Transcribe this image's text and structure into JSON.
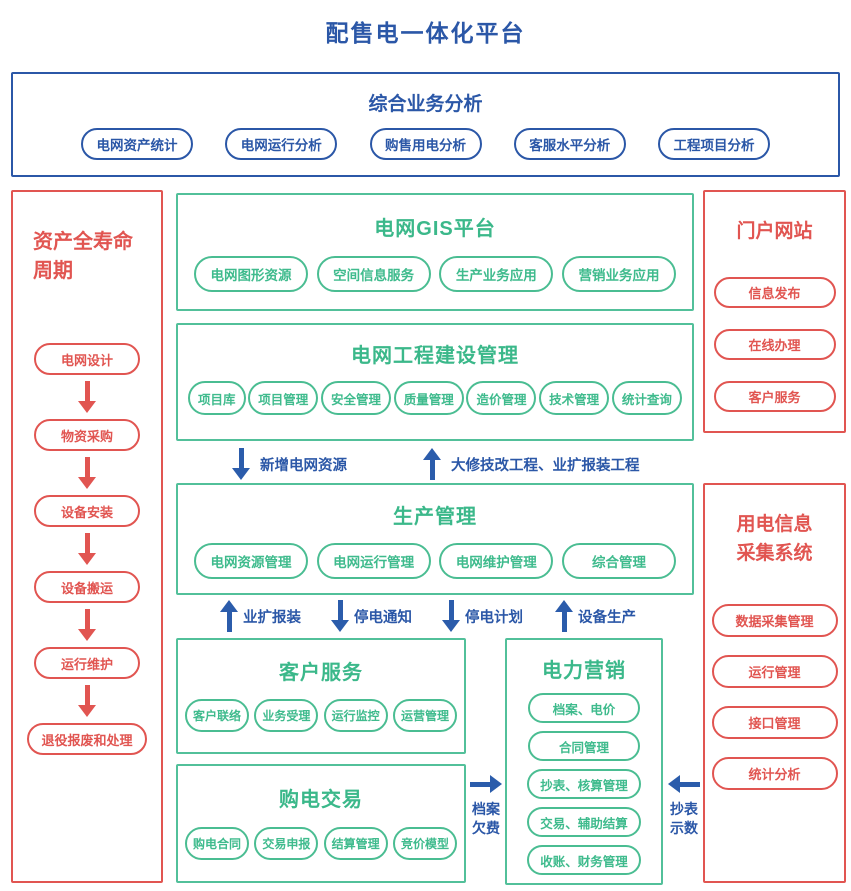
{
  "title": "配售电一体化平台",
  "colors": {
    "blue": "#2b57a7",
    "red": "#e15551",
    "green": "#4abd92",
    "green_text": "#3bb88a"
  },
  "analysis": {
    "title": "综合业务分析",
    "items": [
      "电网资产统计",
      "电网运行分析",
      "购售用电分析",
      "客服水平分析",
      "工程项目分析"
    ]
  },
  "lifecycle": {
    "title_lines": [
      "资产全寿命",
      "周期"
    ],
    "steps": [
      "电网设计",
      "物资采购",
      "设备安装",
      "设备搬运",
      "运行维护",
      "退役报废和处理"
    ]
  },
  "gis": {
    "title": "电网GIS平台",
    "items": [
      "电网图形资源",
      "空间信息服务",
      "生产业务应用",
      "营销业务应用"
    ]
  },
  "construction": {
    "title": "电网工程建设管理",
    "items": [
      "项目库",
      "项目管理",
      "安全管理",
      "质量管理",
      "造价管理",
      "技术管理",
      "统计查询"
    ]
  },
  "flows_top": [
    {
      "dir": "down",
      "label": "新增电网资源"
    },
    {
      "dir": "up",
      "label": "大修技改工程、业扩报装工程"
    }
  ],
  "production": {
    "title": "生产管理",
    "items": [
      "电网资源管理",
      "电网运行管理",
      "电网维护管理",
      "综合管理"
    ]
  },
  "flows_mid": [
    {
      "dir": "up",
      "label": "业扩报装"
    },
    {
      "dir": "down",
      "label": "停电通知"
    },
    {
      "dir": "down",
      "label": "停电计划"
    },
    {
      "dir": "up",
      "label": "设备生产"
    }
  ],
  "customer": {
    "title": "客户服务",
    "items": [
      "客户联络",
      "业务受理",
      "运行监控",
      "运营管理"
    ]
  },
  "purchase": {
    "title": "购电交易",
    "items": [
      "购电合同",
      "交易申报",
      "结算管理",
      "竞价模型"
    ]
  },
  "marketing": {
    "title": "电力营销",
    "items": [
      "档案、电价",
      "合同管理",
      "抄表、核算管理",
      "交易、辅助结算",
      "收账、财务管理"
    ]
  },
  "flow_archive": {
    "dir": "right",
    "label_lines": [
      "档案",
      "欠费"
    ]
  },
  "flow_meter": {
    "dir": "left",
    "label_lines": [
      "抄表",
      "示数"
    ]
  },
  "portal": {
    "title": "门户网站",
    "items": [
      "信息发布",
      "在线办理",
      "客户服务"
    ]
  },
  "collection": {
    "title_lines": [
      "用电信息",
      "采集系统"
    ],
    "items": [
      "数据采集管理",
      "运行管理",
      "接口管理",
      "统计分析"
    ]
  }
}
